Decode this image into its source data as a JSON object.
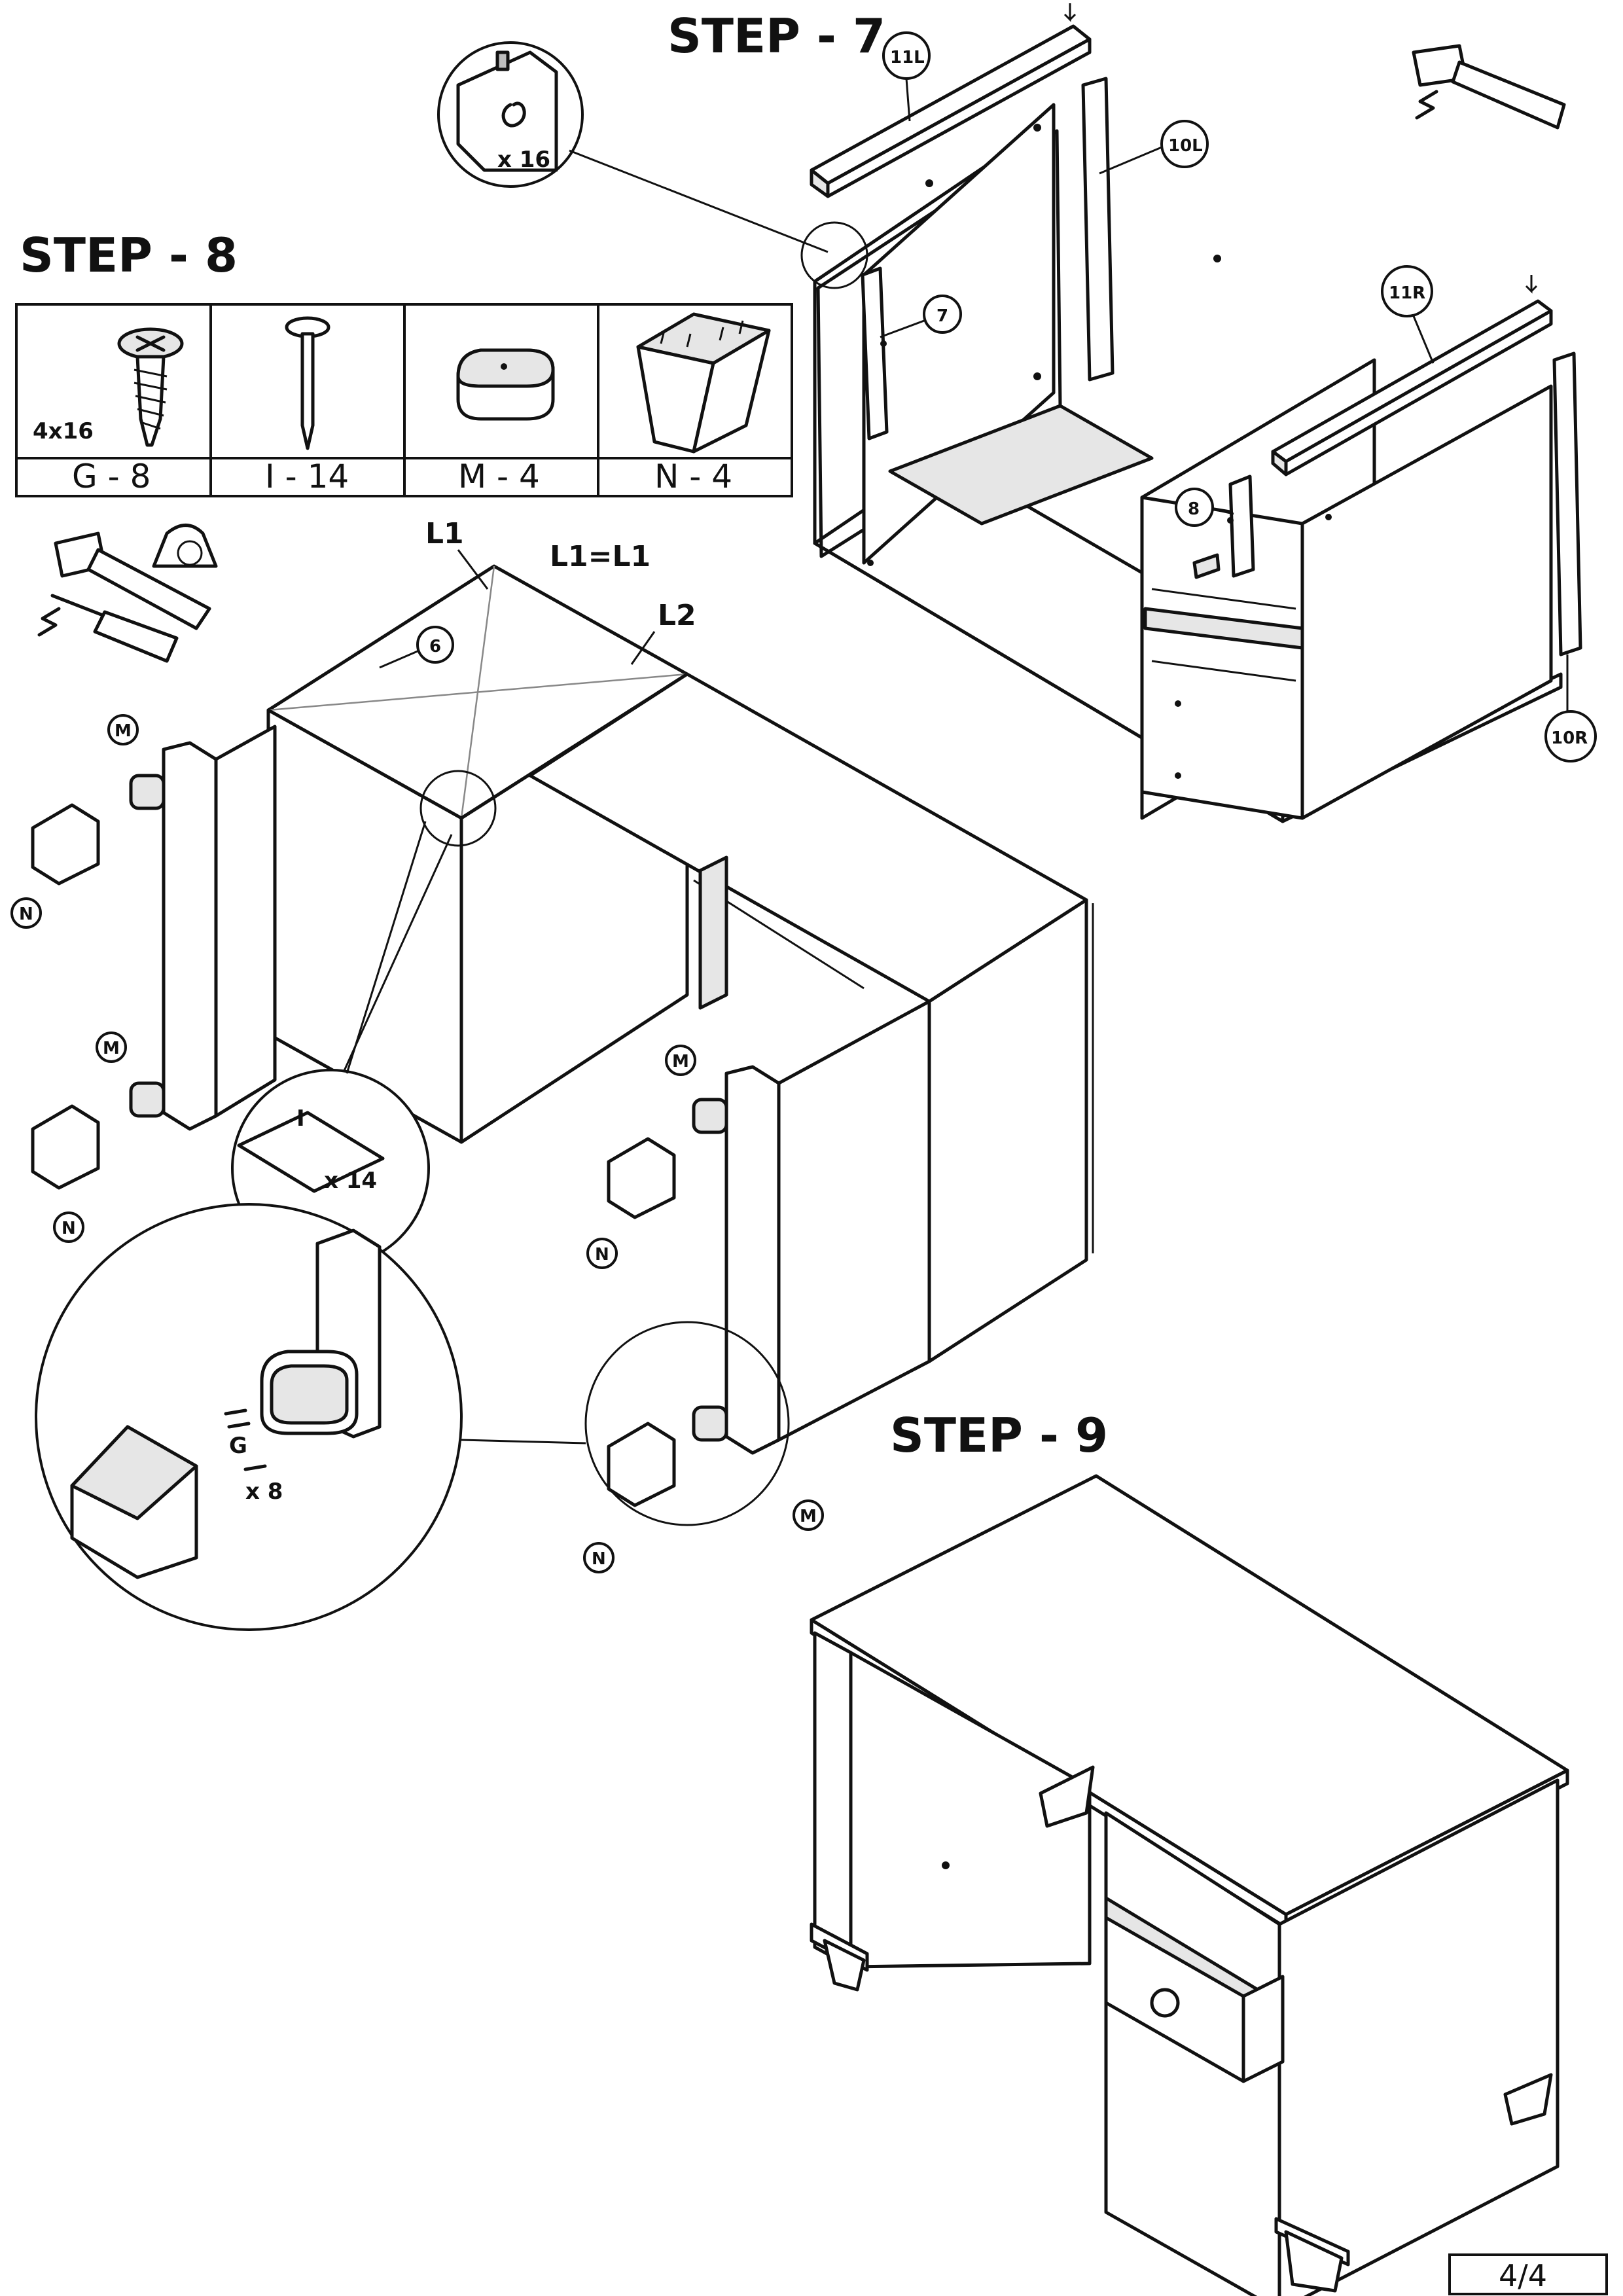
{
  "steps": {
    "step7": "STEP - 7",
    "step8": "STEP - 8",
    "step9": "STEP - 9"
  },
  "step7_callouts": {
    "qty_nail": "x 16",
    "part_11l": "11L",
    "part_10l": "10L",
    "part_7": "7",
    "part_11r": "11R",
    "part_8": "8",
    "part_10r": "10R"
  },
  "hardware": [
    {
      "size": "4x16",
      "code": "G - 8",
      "icon": "screw-icon"
    },
    {
      "size": "",
      "code": "I - 14",
      "icon": "nail-icon"
    },
    {
      "size": "",
      "code": "M - 4",
      "icon": "leg-bracket-icon"
    },
    {
      "size": "",
      "code": "N - 4",
      "icon": "tapered-foot-icon"
    }
  ],
  "step8_callouts": {
    "diag_l1": "L1",
    "diag_eq": "L1=L1",
    "diag_l2": "L2",
    "part_6": "6",
    "part_m": "M",
    "part_n": "N",
    "part_g": "G",
    "part_i": "I",
    "qty_nail": "x 14",
    "qty_screw": "x 8"
  },
  "page_number": "4/4"
}
